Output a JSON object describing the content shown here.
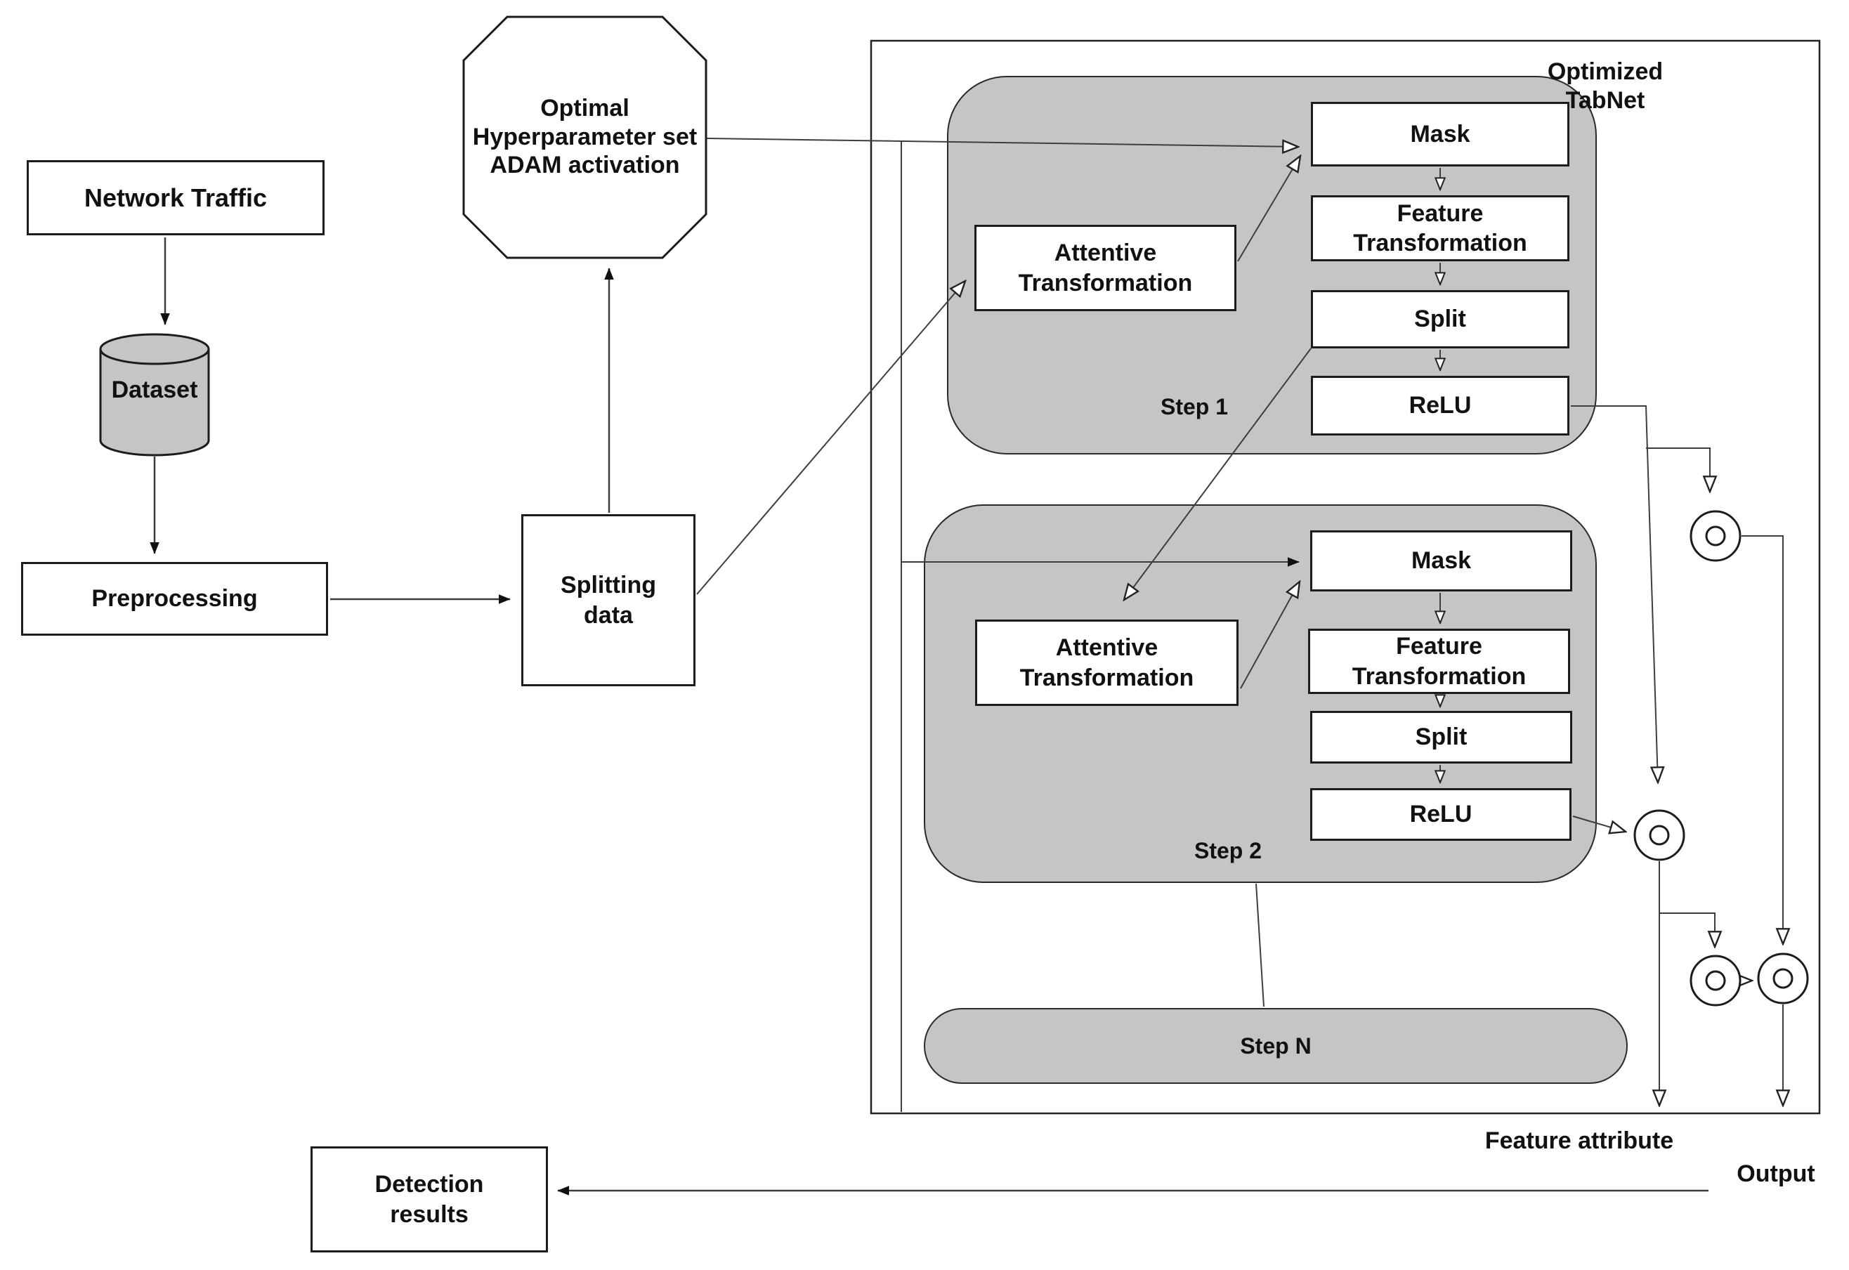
{
  "diagram": {
    "nodes": {
      "network_traffic": "Network Traffic",
      "dataset": "Dataset",
      "preprocessing": "Preprocessing",
      "splitting_data": "Splitting data",
      "detection_results": "Detection results"
    },
    "octagon": {
      "line1": "Optimal",
      "line2": "Hyperparameter set",
      "line3": "ADAM activation"
    },
    "tabnet": {
      "title1": "Optimized",
      "title2": "TabNet",
      "steps": [
        {
          "label": "Step 1",
          "attentive": "Attentive Transformation",
          "mask": "Mask",
          "feature": "Feature Transformation",
          "split": "Split",
          "relu": "ReLU"
        },
        {
          "label": "Step 2",
          "attentive": "Attentive Transformation",
          "mask": "Mask",
          "feature": "Feature Transformation",
          "split": "Split",
          "relu": "ReLU"
        }
      ],
      "step_n_label": "Step N",
      "feature_attribute_label": "Feature attribute",
      "output_label": "Output"
    },
    "colors": {
      "step_fill": "#c5c5c5",
      "box_border": "#1c1c1c",
      "line": "#3d3d3d"
    }
  }
}
